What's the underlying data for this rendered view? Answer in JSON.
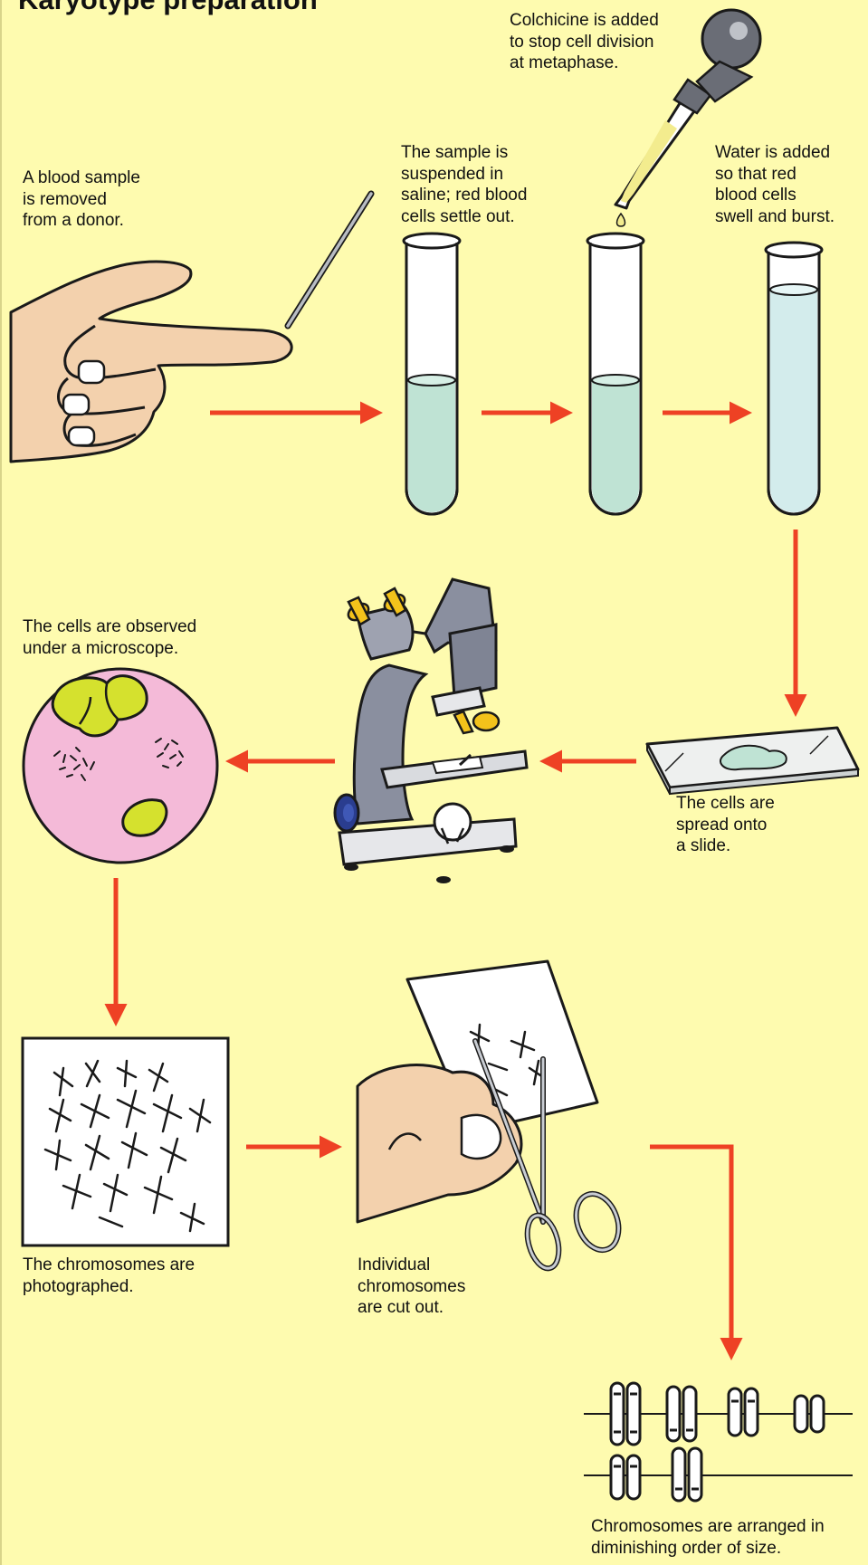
{
  "title": "Karyotype preparation",
  "steps": {
    "blood_sample": "A blood sample\nis removed\nfrom a donor.",
    "saline": "The sample is\nsuspended in\nsaline; red blood\ncells settle out.",
    "colchicine": "Colchicine is added\nto stop cell division\nat metaphase.",
    "water": "Water is added\nso that red\nblood cells\nswell and burst.",
    "slide": "The cells are\nspread onto\na slide.",
    "microscope": "The cells are observed\nunder a microscope.",
    "photographed": "The chromosomes are\nphotographed.",
    "cut_out": "Individual\nchromosomes\nare cut out.",
    "arranged": "Chromosomes are arranged in\ndiminishing order of size."
  },
  "colors": {
    "background": "#fefbaf",
    "arrow": "#ee4124",
    "skin": "#f3d1ad",
    "saline_liquid": "#bfe3d4",
    "water_liquid": "#d3ecec",
    "view_field": "#f4bad8",
    "cell": "#d5e12e",
    "microscope_body": "#8a8f9f",
    "eyepiece": "#f3c21b"
  },
  "icons": [
    "hand-with-needle-icon",
    "test-tube-icon",
    "dropper-icon",
    "slide-icon",
    "microscope-icon",
    "view-field-icon",
    "photo-icon",
    "scissors-hand-icon",
    "karyotype-icon"
  ]
}
